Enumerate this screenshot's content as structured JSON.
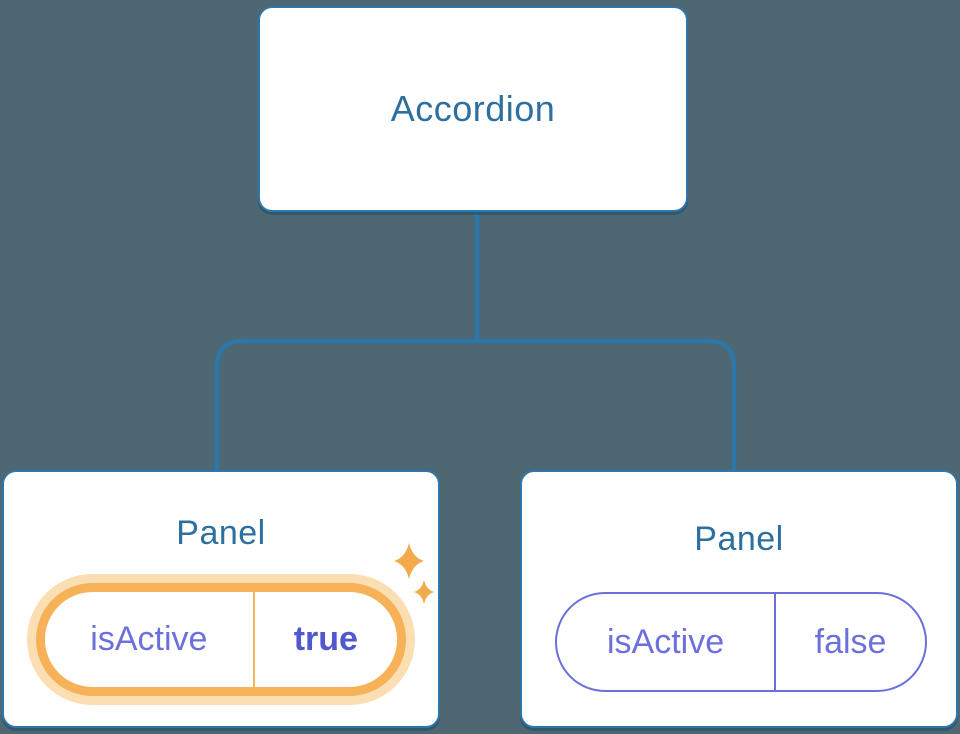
{
  "diagram": {
    "type": "component-tree",
    "background_color": "#4D6773",
    "line_color": "#2C76A8",
    "node_fill": "#ffffff",
    "node_border_color": "#3076A8",
    "node_text_color": "#2D6F9E",
    "prop_text_color": "#6B70DC",
    "highlight_color": "#F6B159",
    "highlight_halo_color": "#FBDFB2",
    "sparkle_color": "#F4A94B",
    "root": {
      "label": "Accordion"
    },
    "children": [
      {
        "title": "Panel",
        "prop": {
          "name": "isActive",
          "value": "true"
        },
        "highlighted": "true",
        "icon": "sparkles-icon"
      },
      {
        "title": "Panel",
        "prop": {
          "name": "isActive",
          "value": "false"
        },
        "highlighted": "false"
      }
    ]
  }
}
